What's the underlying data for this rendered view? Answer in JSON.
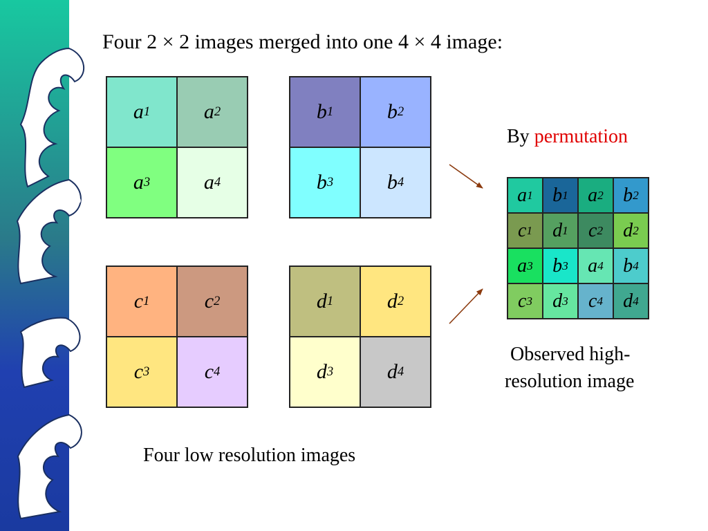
{
  "title": "Four  2 × 2 images merged into one 4 × 4 image:",
  "caption_by": "By ",
  "caption_permutation": "permutation",
  "caption_observed_line1": "Observed high-",
  "caption_observed_line2": "resolution image",
  "caption_low_res": "Four low resolution images",
  "grid_a": [
    {
      "letter": "a",
      "sub": "1",
      "color": "#80e6cc"
    },
    {
      "letter": "a",
      "sub": "2",
      "color": "#99ccb3"
    },
    {
      "letter": "a",
      "sub": "3",
      "color": "#80ff80"
    },
    {
      "letter": "a",
      "sub": "4",
      "color": "#e6ffe6"
    }
  ],
  "grid_b": [
    {
      "letter": "b",
      "sub": "1",
      "color": "#8080c0"
    },
    {
      "letter": "b",
      "sub": "2",
      "color": "#99b3ff"
    },
    {
      "letter": "b",
      "sub": "3",
      "color": "#80ffff"
    },
    {
      "letter": "b",
      "sub": "4",
      "color": "#cce6ff"
    }
  ],
  "grid_c": [
    {
      "letter": "c",
      "sub": "1",
      "color": "#ffb380"
    },
    {
      "letter": "c",
      "sub": "2",
      "color": "#cc9980"
    },
    {
      "letter": "c",
      "sub": "3",
      "color": "#ffe680"
    },
    {
      "letter": "c",
      "sub": "4",
      "color": "#e6ccff"
    }
  ],
  "grid_d": [
    {
      "letter": "d",
      "sub": "1",
      "color": "#bfbf80"
    },
    {
      "letter": "d",
      "sub": "2",
      "color": "#ffe680"
    },
    {
      "letter": "d",
      "sub": "3",
      "color": "#ffffcc"
    },
    {
      "letter": "d",
      "sub": "4",
      "color": "#c8c8c8"
    }
  ],
  "grid_merged": [
    {
      "letter": "a",
      "sub": "1",
      "color": "#20c9a0"
    },
    {
      "letter": "b",
      "sub": "1",
      "color": "#1a6699"
    },
    {
      "letter": "a",
      "sub": "2",
      "color": "#1aad80"
    },
    {
      "letter": "b",
      "sub": "2",
      "color": "#3399cc"
    },
    {
      "letter": "c",
      "sub": "1",
      "color": "#7a9a50"
    },
    {
      "letter": "d",
      "sub": "1",
      "color": "#55a060"
    },
    {
      "letter": "c",
      "sub": "2",
      "color": "#3d8a60"
    },
    {
      "letter": "d",
      "sub": "2",
      "color": "#7acc50"
    },
    {
      "letter": "a",
      "sub": "3",
      "color": "#19e060"
    },
    {
      "letter": "b",
      "sub": "3",
      "color": "#19e6c9"
    },
    {
      "letter": "a",
      "sub": "4",
      "color": "#66e6b3"
    },
    {
      "letter": "b",
      "sub": "4",
      "color": "#4dcccc"
    },
    {
      "letter": "c",
      "sub": "3",
      "color": "#80cc60"
    },
    {
      "letter": "d",
      "sub": "3",
      "color": "#66e6a0"
    },
    {
      "letter": "c",
      "sub": "4",
      "color": "#66b3cc"
    },
    {
      "letter": "d",
      "sub": "4",
      "color": "#40a890"
    }
  ],
  "colors": {
    "arrow": "#8b3a0e",
    "permutation_text": "#e00000",
    "wave_top": "#18c8a0",
    "wave_bottom": "#1a3aa0",
    "wave_foam": "#ffffff"
  }
}
